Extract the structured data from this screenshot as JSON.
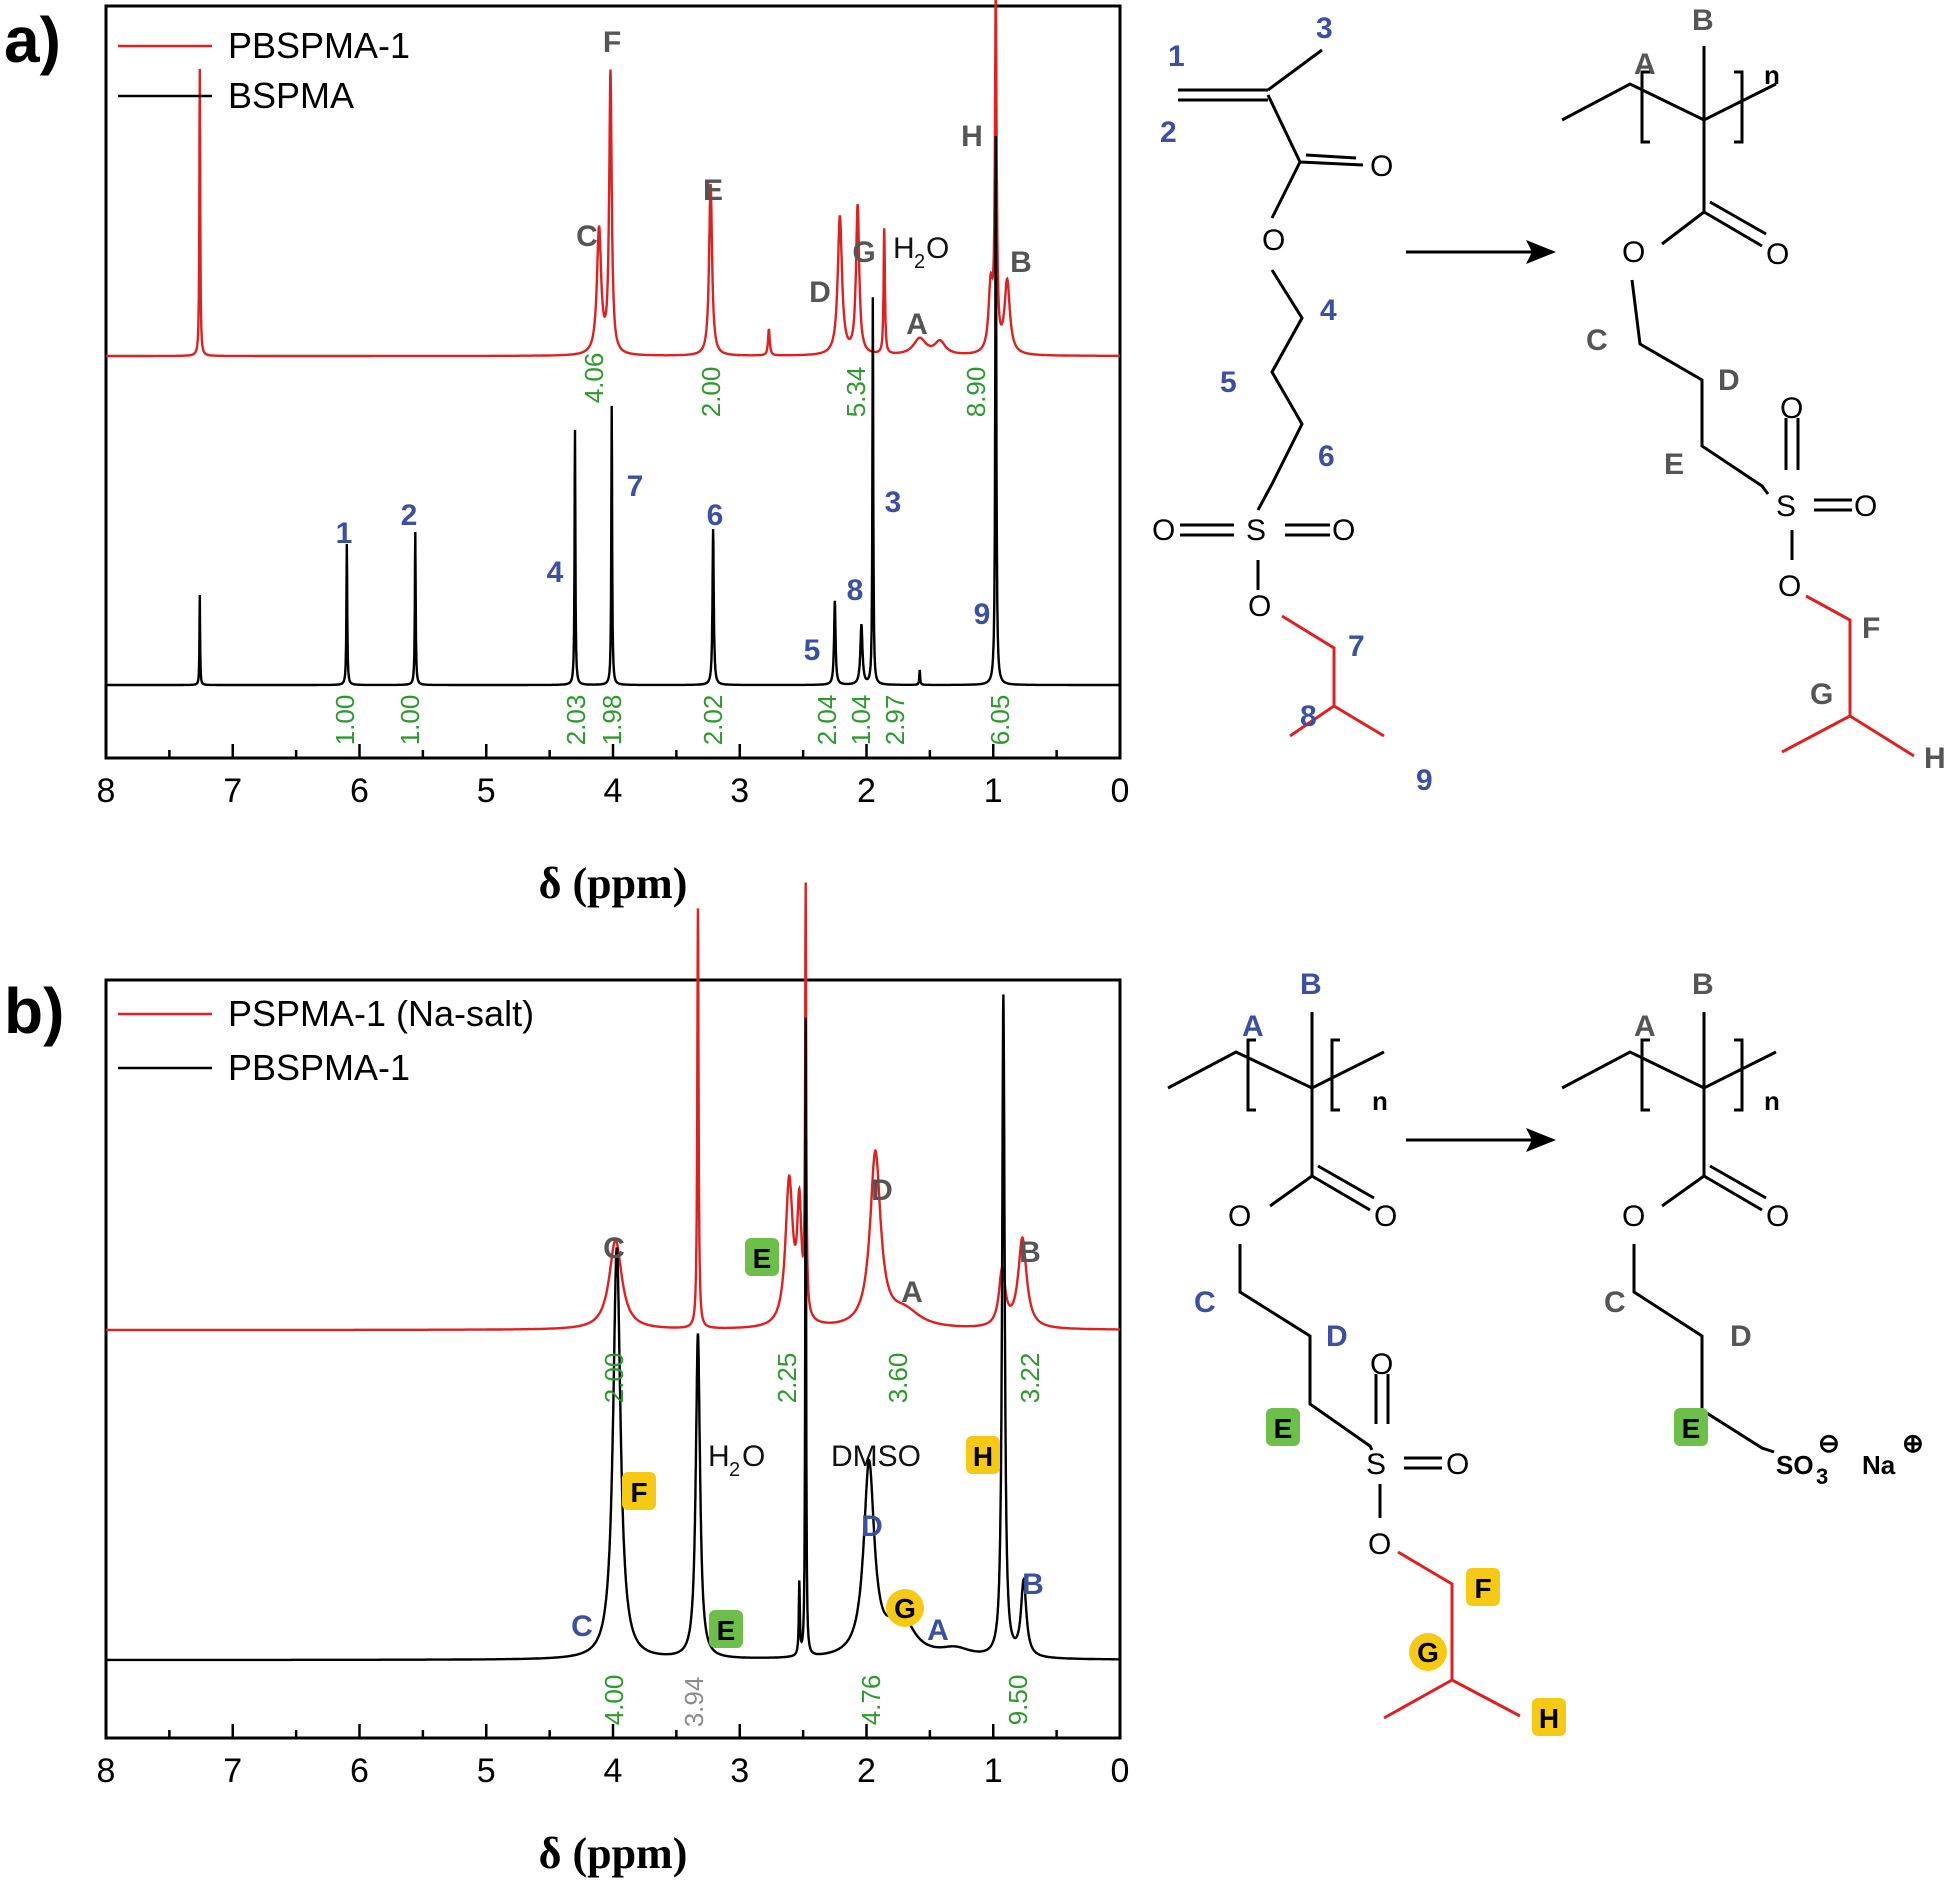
{
  "chart_data": [
    {
      "panel": "a)",
      "type": "line",
      "xlabel": "δ (ppm)",
      "xlim": [
        8,
        0
      ],
      "xticks": [
        "8",
        "7",
        "6",
        "5",
        "4",
        "3",
        "2",
        "1",
        "0"
      ],
      "series": [
        {
          "name": "PBSPMA-1",
          "color": "#e02020",
          "peaks": [
            {
              "x": 7.26,
              "h": 0.87,
              "w": 0.004
            },
            {
              "x": 4.11,
              "h": 0.38,
              "w": 0.02
            },
            {
              "x": 4.02,
              "h": 0.85,
              "w": 0.012
            },
            {
              "x": 3.23,
              "h": 0.52,
              "w": 0.014
            },
            {
              "x": 2.77,
              "h": 0.08,
              "w": 0.008
            },
            {
              "x": 2.21,
              "h": 0.42,
              "w": 0.02
            },
            {
              "x": 2.07,
              "h": 0.45,
              "w": 0.015
            },
            {
              "x": 1.86,
              "h": 0.38,
              "w": 0.006
            },
            {
              "x": 1.58,
              "h": 0.05,
              "w": 0.06
            },
            {
              "x": 1.42,
              "h": 0.04,
              "w": 0.05
            },
            {
              "x": 1.02,
              "h": 0.2,
              "w": 0.02
            },
            {
              "x": 0.98,
              "h": 1.05,
              "w": 0.008
            },
            {
              "x": 0.89,
              "h": 0.22,
              "w": 0.025
            }
          ]
        },
        {
          "name": "BSPMA",
          "color": "#000000",
          "peaks": [
            {
              "x": 7.26,
              "h": 0.3,
              "w": 0.003
            },
            {
              "x": 6.1,
              "h": 0.47,
              "w": 0.004
            },
            {
              "x": 5.56,
              "h": 0.51,
              "w": 0.004
            },
            {
              "x": 4.3,
              "h": 0.85,
              "w": 0.004
            },
            {
              "x": 4.01,
              "h": 0.93,
              "w": 0.004
            },
            {
              "x": 3.21,
              "h": 0.52,
              "w": 0.006
            },
            {
              "x": 2.25,
              "h": 0.28,
              "w": 0.007
            },
            {
              "x": 2.04,
              "h": 0.2,
              "w": 0.01
            },
            {
              "x": 1.95,
              "h": 1.29,
              "w": 0.004
            },
            {
              "x": 1.58,
              "h": 0.05,
              "w": 0.004
            },
            {
              "x": 0.98,
              "h": 1.83,
              "w": 0.005
            }
          ]
        }
      ],
      "peak_labels": {
        "PBSPMA-1": [
          {
            "x": 4.11,
            "label": "C"
          },
          {
            "x": 4.02,
            "label": "F"
          },
          {
            "x": 3.23,
            "label": "E"
          },
          {
            "x": 2.21,
            "label": "D"
          },
          {
            "x": 2.07,
            "label": "G"
          },
          {
            "x": 1.86,
            "label": "H₂O"
          },
          {
            "x": 1.58,
            "label": "A"
          },
          {
            "x": 0.98,
            "label": "H"
          },
          {
            "x": 0.89,
            "label": "B"
          }
        ],
        "BSPMA": [
          {
            "x": 6.1,
            "label": "1"
          },
          {
            "x": 5.56,
            "label": "2"
          },
          {
            "x": 4.3,
            "label": "4"
          },
          {
            "x": 4.01,
            "label": "7"
          },
          {
            "x": 3.21,
            "label": "6"
          },
          {
            "x": 2.25,
            "label": "5"
          },
          {
            "x": 2.04,
            "label": "8"
          },
          {
            "x": 1.95,
            "label": "3"
          },
          {
            "x": 0.98,
            "label": "9"
          }
        ]
      },
      "integrals": {
        "PBSPMA-1": [
          {
            "x": 4.06,
            "value": "4.06"
          },
          {
            "x": 3.23,
            "value": "2.00"
          },
          {
            "x": 2.07,
            "value": "5.34"
          },
          {
            "x": 0.98,
            "value": "8.90"
          }
        ],
        "BSPMA": [
          {
            "x": 6.1,
            "value": "1.00"
          },
          {
            "x": 5.56,
            "value": "1.00"
          },
          {
            "x": 4.3,
            "value": "2.03"
          },
          {
            "x": 4.01,
            "value": "1.98"
          },
          {
            "x": 3.21,
            "value": "2.02"
          },
          {
            "x": 2.25,
            "value": "2.04"
          },
          {
            "x": 2.04,
            "value": "1.04"
          },
          {
            "x": 1.95,
            "value": "2.97"
          },
          {
            "x": 0.98,
            "value": "6.05"
          }
        ]
      }
    },
    {
      "panel": "b)",
      "type": "line",
      "xlabel": "δ (ppm)",
      "xlim": [
        8,
        0
      ],
      "xticks": [
        "8",
        "7",
        "6",
        "5",
        "4",
        "3",
        "2",
        "1",
        "0"
      ],
      "series": [
        {
          "name": "PSPMA-1 (Na-salt)",
          "color": "#e02020",
          "peaks": [
            {
              "x": 3.98,
              "h": 0.32,
              "w": 0.06
            },
            {
              "x": 3.33,
              "h": 1.5,
              "w": 0.006
            },
            {
              "x": 2.61,
              "h": 0.52,
              "w": 0.035
            },
            {
              "x": 2.53,
              "h": 0.4,
              "w": 0.02
            },
            {
              "x": 2.48,
              "h": 1.5,
              "w": 0.005
            },
            {
              "x": 1.93,
              "h": 0.62,
              "w": 0.05
            },
            {
              "x": 1.7,
              "h": 0.06,
              "w": 0.15
            },
            {
              "x": 0.93,
              "h": 0.2,
              "w": 0.03
            },
            {
              "x": 0.77,
              "h": 0.32,
              "w": 0.04
            }
          ]
        },
        {
          "name": "PBSPMA-1",
          "color": "#000000",
          "peaks": [
            {
              "x": 3.97,
              "h": 1.42,
              "w": 0.035
            },
            {
              "x": 3.33,
              "h": 1.12,
              "w": 0.02
            },
            {
              "x": 2.53,
              "h": 0.25,
              "w": 0.005
            },
            {
              "x": 2.48,
              "h": 2.2,
              "w": 0.004
            },
            {
              "x": 1.98,
              "h": 0.66,
              "w": 0.05
            },
            {
              "x": 1.73,
              "h": 0.14,
              "w": 0.12
            },
            {
              "x": 1.3,
              "h": 0.03,
              "w": 0.15
            },
            {
              "x": 0.92,
              "h": 2.28,
              "w": 0.012
            },
            {
              "x": 0.76,
              "h": 0.26,
              "w": 0.025
            }
          ]
        }
      ],
      "peak_labels": {
        "PSPMA-1 (Na-salt)": [
          {
            "x": 3.98,
            "label": "C"
          },
          {
            "x": 2.61,
            "label": "E"
          },
          {
            "x": 1.93,
            "label": "D"
          },
          {
            "x": 1.6,
            "label": "A"
          },
          {
            "x": 0.77,
            "label": "B"
          }
        ],
        "PBSPMA-1": [
          {
            "x": 4.22,
            "label": "C"
          },
          {
            "x": 3.88,
            "label": "F"
          },
          {
            "x": 3.33,
            "label": "H₂O"
          },
          {
            "x": 3.0,
            "label": "E"
          },
          {
            "x": 2.48,
            "label": "DMSO"
          },
          {
            "x": 1.98,
            "label": "D"
          },
          {
            "x": 1.75,
            "label": "G"
          },
          {
            "x": 1.6,
            "label": "A"
          },
          {
            "x": 1.05,
            "label": "H"
          },
          {
            "x": 0.76,
            "label": "B"
          }
        ]
      },
      "integrals": {
        "PSPMA-1 (Na-salt)": [
          {
            "x": 3.98,
            "value": "2.00"
          },
          {
            "x": 2.61,
            "value": "2.25"
          },
          {
            "x": 1.93,
            "value": "3.60"
          },
          {
            "x": 0.77,
            "value": "3.22"
          }
        ],
        "PBSPMA-1": [
          {
            "x": 3.97,
            "value": "4.00"
          },
          {
            "x": 3.33,
            "value": "3.94"
          },
          {
            "x": 1.98,
            "value": "4.76"
          },
          {
            "x": 0.92,
            "value": "9.50"
          }
        ]
      }
    }
  ],
  "schemes": {
    "monomer_numbers": [
      "1",
      "2",
      "3",
      "4",
      "5",
      "6",
      "7",
      "8",
      "9"
    ],
    "polymer_letters": [
      "A",
      "B",
      "C",
      "D",
      "E",
      "F",
      "G",
      "H"
    ],
    "atoms": {
      "oxygen": "O",
      "sulfur": "S",
      "repeat": "n",
      "sulfonate": "SO",
      "sulfonate_sub": "3",
      "sulfonate_charge": "⊖",
      "counterion": "Na",
      "counter_charge": "⊕"
    }
  },
  "colors": {
    "red_series": "#e02020",
    "black_series": "#000000",
    "label_grey": "#555555",
    "label_blue": "#3b4fa3",
    "integral_green": "#2e9a2e",
    "highlight_green": "#6cc04a",
    "highlight_yellow": "#f6c915"
  }
}
